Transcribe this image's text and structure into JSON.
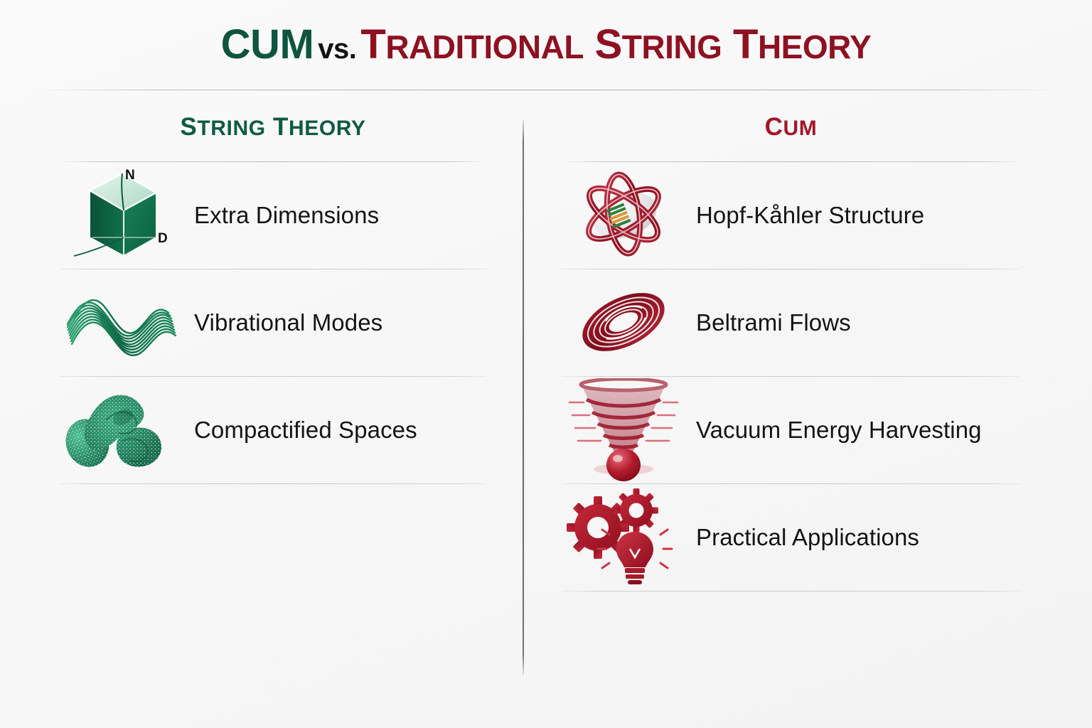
{
  "title": {
    "part1": "CUM",
    "connector": "vs.",
    "part2_cap": "T",
    "part2_rest": "RADITIONAL",
    "part3_cap": "S",
    "part3_rest": "TRING",
    "part4_cap": "T",
    "part4_rest": "HEORY",
    "full": "CUM vs. Traditional String Theory"
  },
  "colors": {
    "green": "#0e5540",
    "red": "#8e1122",
    "header_green": "#0f5a42",
    "header_red": "#a4172b",
    "text": "#141414",
    "background": "#f7f7f7",
    "divider": "#6a6a6a",
    "rule": "#c8c8c8"
  },
  "left_column": {
    "heading_cap": "S",
    "heading_rest": "TRING",
    "heading_cap2": "T",
    "heading_rest2": "HEORY",
    "heading_full": "STRING THEORY",
    "items": [
      {
        "label": "Extra Dimensions",
        "icon": "cube-icon",
        "icon_label_top": "N",
        "icon_label_right": "D"
      },
      {
        "label": "Vibrational Modes",
        "icon": "waveform-icon"
      },
      {
        "label": "Compactified Spaces",
        "icon": "calabi-yau-manifold-icon"
      }
    ]
  },
  "right_column": {
    "heading_cap": "C",
    "heading_rest": "UM",
    "heading_full": "CUM",
    "items": [
      {
        "label": "Hopf-Kåhler Structure",
        "icon": "atom-orbital-icon"
      },
      {
        "label": "Beltrami Flows",
        "icon": "torus-flow-icon"
      },
      {
        "label": "Vacuum Energy Harvesting",
        "icon": "energy-funnel-icon"
      },
      {
        "label": "Practical Applications",
        "icon": "gears-lightbulb-icon"
      }
    ]
  }
}
